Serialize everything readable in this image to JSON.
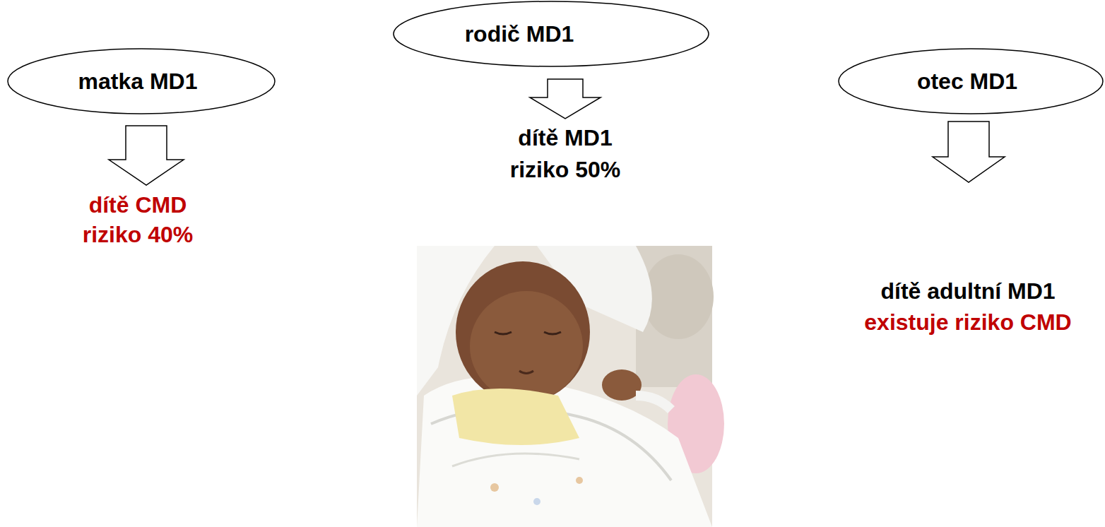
{
  "diagram": {
    "nodes": [
      {
        "text": [
          "matka MD1"
        ]
      },
      {
        "text": [
          "rodič MD1"
        ]
      },
      {
        "text": [
          "otec MD1"
        ]
      }
    ],
    "labels": [
      "dítě CMD",
      "riziko 40%",
      "dítě MD1",
      "riziko 50%",
      "dítě adultní MD1",
      "existuje riziko CMD"
    ]
  }
}
